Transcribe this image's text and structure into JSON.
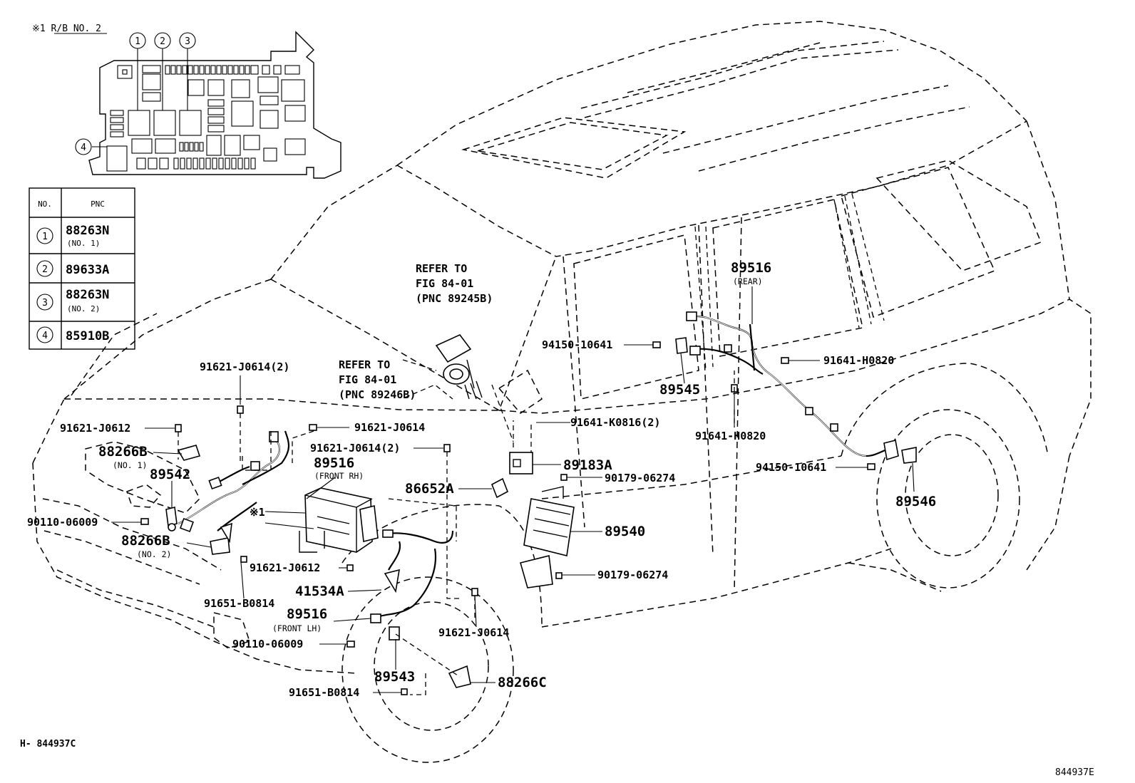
{
  "header": {
    "rb_note": "※1 R/B NO. 2",
    "circle_labels": [
      "1",
      "2",
      "3",
      "4"
    ]
  },
  "table": {
    "col_no": "NO.",
    "col_pnc": "PNC",
    "rows": [
      {
        "no": "1",
        "pnc": "88263N",
        "note": "(NO. 1)"
      },
      {
        "no": "2",
        "pnc": "89633A",
        "note": ""
      },
      {
        "no": "3",
        "pnc": "88263N",
        "note": "(NO. 2)"
      },
      {
        "no": "4",
        "pnc": "85910B",
        "note": ""
      }
    ]
  },
  "refs": {
    "ref1": [
      "REFER TO",
      "FIG 84-01",
      "(PNC 89245B)"
    ],
    "ref2": [
      "REFER TO",
      "FIG 84-01",
      "(PNC 89246B)"
    ]
  },
  "labels": {
    "l_91621_J0614_2a": "91621-J0614(2)",
    "l_91621_J0612a": "91621-J0612",
    "l_88266B_1": "88266B",
    "l_88266B_1_sub": "(NO. 1)",
    "l_89542": "89542",
    "l_90110_06009a": "90110-06009",
    "l_88266B_2": "88266B",
    "l_88266B_2_sub": "(NO. 2)",
    "l_91651_B0814a": "91651-B0814",
    "l_91621_J0614a": "91621-J0614",
    "l_91621_J0614_2b": "91621-J0614(2)",
    "l_89516_frh": "89516",
    "l_89516_frh_sub": "(FRONT RH)",
    "l_note1": "※1",
    "l_86652A": "86652A",
    "l_91621_J0612b": "91621-J0612",
    "l_41534A": "41534A",
    "l_89516_flh": "89516",
    "l_89516_flh_sub": "(FRONT LH)",
    "l_90110_06009b": "90110-06009",
    "l_89543": "89543",
    "l_91651_B0814b": "91651-B0814",
    "l_91621_J0614b": "91621-J0614",
    "l_88266C": "88266C",
    "l_94150_10641a": "94150-10641",
    "l_89545": "89545",
    "l_91641_K0816_2": "91641-K0816(2)",
    "l_89183A": "89183A",
    "l_90179_06274a": "90179-06274",
    "l_89540": "89540",
    "l_90179_06274b": "90179-06274",
    "l_89516_rear": "89516",
    "l_89516_rear_sub": "(REAR)",
    "l_91641_H0820a": "91641-H0820",
    "l_91641_H0820b": "91641-H0820",
    "l_94150_10641b": "94150-10641",
    "l_89546": "89546"
  },
  "footer": {
    "left_code": "H- 844937C",
    "right_code": "844937E"
  }
}
